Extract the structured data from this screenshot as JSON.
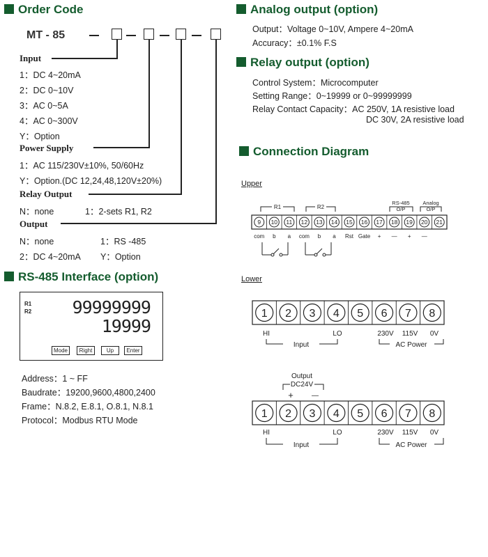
{
  "order_code": {
    "title": "Order Code",
    "model": "MT - 85",
    "input": {
      "label": "Input",
      "items": [
        "1：DC 4~20mA",
        "2：DC 0~10V",
        "3：AC 0~5A",
        "4：AC 0~300V",
        "Y：Option"
      ]
    },
    "power": {
      "label": "Power Supply",
      "items": [
        "1：AC 115/230V±10%, 50/60Hz",
        "Y：Option.(DC 12,24,48,120V±20%)"
      ]
    },
    "relay": {
      "label": "Relay Output",
      "opt_n": "N：none",
      "opt_1": "1：2-sets R1, R2"
    },
    "output": {
      "label": "Output",
      "opt_n": "N：none",
      "opt_1": "1：RS -485",
      "opt_2": "2：DC 4~20mA",
      "opt_y": "Y：Option"
    }
  },
  "rs485": {
    "title": "RS-485 Interface (option)",
    "display": {
      "r1": "R1",
      "r2": "R2",
      "top": "99999999",
      "bottom": "19999",
      "buttons": [
        "Mode",
        "Right",
        "Up",
        "Enter"
      ]
    },
    "lines": [
      "Address：1 ~ FF",
      "Baudrate：19200,9600,4800,2400",
      "Frame：N.8.2, E.8.1, O.8.1, N.8.1",
      "Protocol：Modbus RTU Mode"
    ]
  },
  "analog": {
    "title": "Analog output (option)",
    "lines": [
      "Output：Voltage 0~10V, Ampere 4~20mA",
      "Accuracy：±0.1% F.S"
    ]
  },
  "relay_spec": {
    "title": "Relay output (option)",
    "lines": [
      "Control System：Microcomputer",
      "Setting Range：0~19999 or 0~99999999",
      "Relay Contact Capacity：AC 250V, 1A resistive load",
      "DC 30V, 2A resistive load"
    ]
  },
  "connection": {
    "title": "Connection  Diagram",
    "upper": {
      "label": "Upper",
      "terminals": [
        "9",
        "10",
        "11",
        "12",
        "13",
        "14",
        "15",
        "16",
        "17",
        "18",
        "19",
        "20",
        "21"
      ],
      "group_r1": "R1",
      "group_r2": "R2",
      "group_rs485": [
        "RS-485",
        "O/P"
      ],
      "group_analog": [
        "Analog",
        "O/P"
      ],
      "bottom_labels": [
        "com",
        "b",
        "a",
        "com",
        "b",
        "a",
        "Rst",
        "Gate",
        "+",
        "—",
        "+",
        "—"
      ]
    },
    "lower1": {
      "label": "Lower",
      "terminals": [
        "1",
        "2",
        "3",
        "4",
        "5",
        "6",
        "7",
        "8"
      ],
      "hi": "HI",
      "lo": "LO",
      "input": "Input",
      "v230": "230V",
      "v115": "115V",
      "v0": "0V",
      "ac": "AC Power"
    },
    "lower2": {
      "terminals": [
        "1",
        "2",
        "3",
        "4",
        "5",
        "6",
        "7",
        "8"
      ],
      "output": "Output",
      "dc": "DC24V",
      "plus": "+",
      "minus": "—",
      "hi": "HI",
      "lo": "LO",
      "input": "Input",
      "v230": "230V",
      "v115": "115V",
      "v0": "0V",
      "ac": "AC Power"
    }
  }
}
